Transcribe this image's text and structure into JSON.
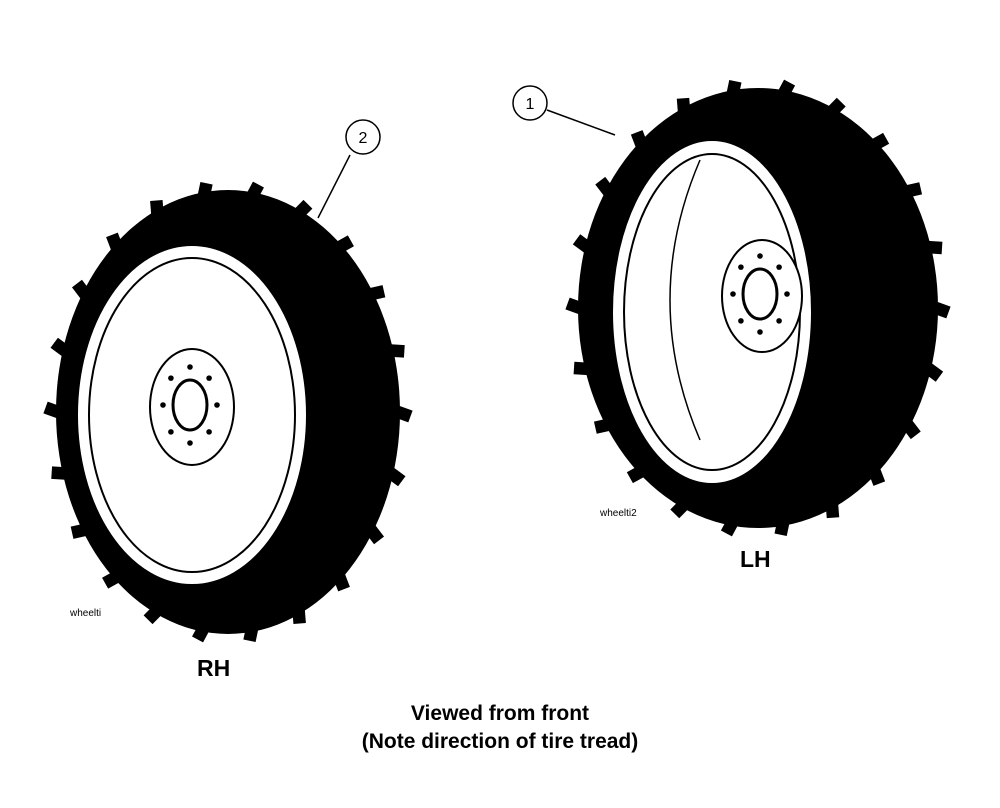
{
  "wheels": [
    {
      "side_label": "RH",
      "file_tag": "wheelti",
      "callout": "2"
    },
    {
      "side_label": "LH",
      "file_tag": "wheelti2",
      "callout": "1"
    }
  ],
  "caption": {
    "line1": "Viewed from front",
    "line2": "(Note direction of tire tread)"
  },
  "colors": {
    "ink": "#000000",
    "paper": "#ffffff"
  }
}
